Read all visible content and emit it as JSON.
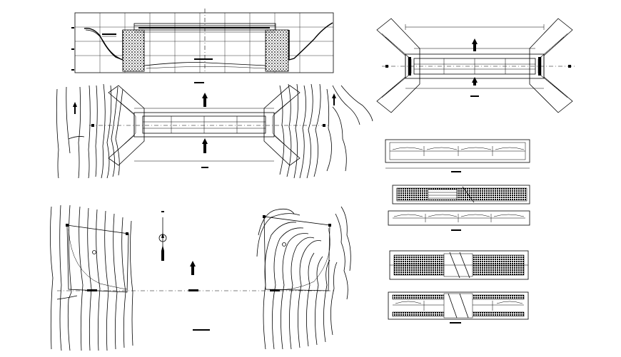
{
  "drawing": {
    "background": "#ffffff",
    "ink": "#000000",
    "views": [
      {
        "id": "elevation-section",
        "label": ""
      },
      {
        "id": "plan-contours",
        "label": ""
      },
      {
        "id": "plan-wingwalls",
        "label": ""
      },
      {
        "id": "site-plan",
        "label": ""
      },
      {
        "id": "deck-plan",
        "label": ""
      },
      {
        "id": "slab-reinforcement",
        "label": ""
      },
      {
        "id": "beam-reinforcement",
        "label": ""
      }
    ],
    "north_arrow": {
      "icon": "north-arrow-icon"
    }
  }
}
